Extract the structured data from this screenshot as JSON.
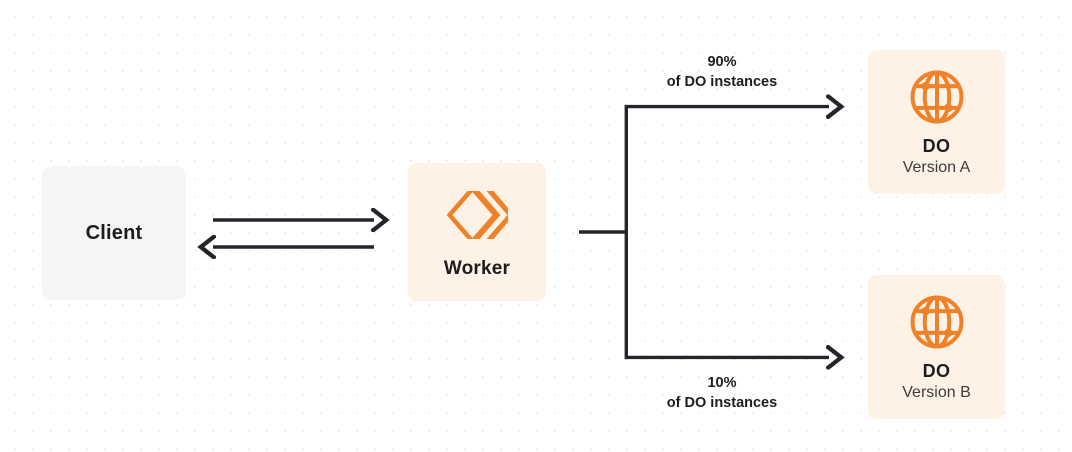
{
  "diagram": {
    "background": {
      "color": "#ffffff",
      "dot_color": "#eceded",
      "pattern": "dot-grid"
    },
    "colors": {
      "orange": "#ef8229",
      "cream": "#fdf2e5",
      "gray": "#f4f5f7",
      "ink": "#1d1d1f"
    },
    "nodes": [
      {
        "id": "client",
        "name": "client-node",
        "title": "Client",
        "subtitle": "",
        "icon": ""
      },
      {
        "id": "worker",
        "name": "worker-node",
        "title": "Worker",
        "subtitle": "",
        "icon": "cloudflare-workers-icon"
      },
      {
        "id": "do-a",
        "name": "durable-object-a-node",
        "title": "DO",
        "subtitle": "Version A",
        "icon": "globe-icon"
      },
      {
        "id": "do-b",
        "name": "durable-object-b-node",
        "title": "DO",
        "subtitle": "Version B",
        "icon": "globe-icon"
      }
    ],
    "edges": [
      {
        "id": "client-to-worker",
        "name": "client-to-worker-arrow",
        "direction": "right",
        "label": ""
      },
      {
        "id": "worker-to-client",
        "name": "worker-to-client-arrow",
        "direction": "left",
        "label": ""
      },
      {
        "id": "worker-to-do-a",
        "name": "worker-to-do-a-arrow",
        "direction": "right",
        "label_line1": "90%",
        "label_line2": "of DO instances"
      },
      {
        "id": "worker-to-do-b",
        "name": "worker-to-do-b-arrow",
        "direction": "right",
        "label_line1": "10%",
        "label_line2": "of DO instances"
      }
    ]
  }
}
